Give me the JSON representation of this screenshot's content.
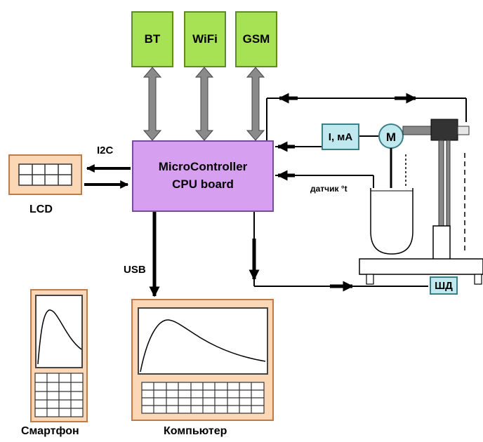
{
  "modules": {
    "bt": "BT",
    "wifi": "WiFi",
    "gsm": "GSM"
  },
  "cpu": {
    "line1": "MicroController",
    "line2": "CPU board"
  },
  "labels": {
    "i2c": "I2C",
    "usb": "USB",
    "lcd": "LCD",
    "current_meter": "I, мА",
    "motor": "M",
    "temp_sensor": "датчик °t",
    "stepper": "ШД",
    "smartphone": "Смартфон",
    "computer": "Компьютер"
  },
  "colors": {
    "module_green": "#a6e253",
    "cpu_purple": "#d79ff0",
    "device_peach": "#fbd7b6",
    "sensor_cyan": "#bfe9ee"
  }
}
